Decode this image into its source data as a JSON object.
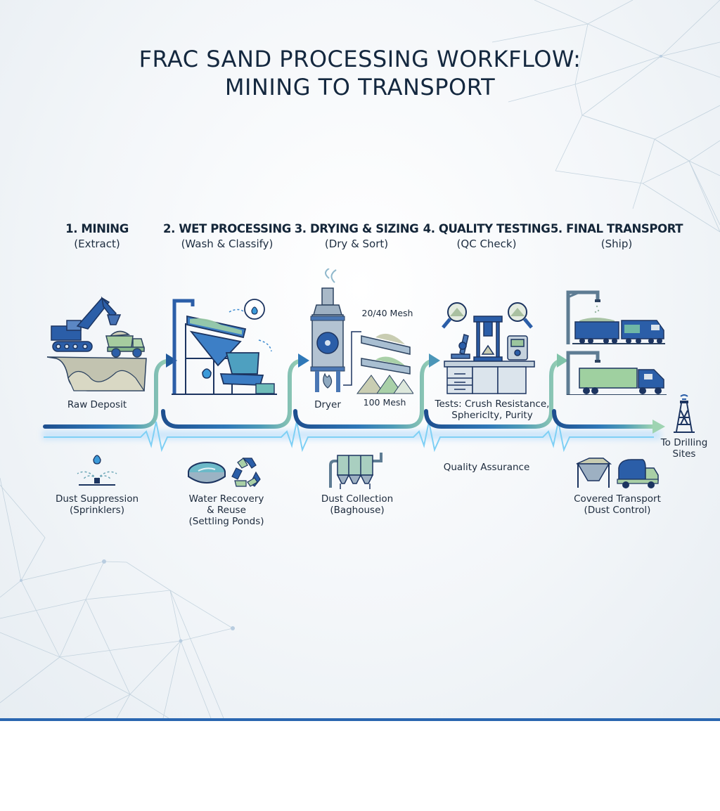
{
  "title": {
    "line1": "FRAC SAND PROCESSING WORKFLOW:",
    "line2": "MINING TO TRANSPORT"
  },
  "steps": [
    {
      "heading": "1. MINING",
      "subtitle": "(Extract)",
      "caption": "Raw Deposit",
      "icons": [
        "excavator-icon",
        "dump-truck-icon",
        "sand-pit-icon"
      ]
    },
    {
      "heading": "2. WET PROCESSING",
      "subtitle": "(Wash & Classify)",
      "caption": "",
      "icons": [
        "wash-plant-icon",
        "water-drop-icon"
      ]
    },
    {
      "heading": "3. DRYING & SIZING",
      "subtitle": "(Dry & Sort)",
      "captions": [
        "Dryer",
        "20/40 Mesh",
        "100 Mesh"
      ],
      "icons": [
        "dryer-tower-icon",
        "flame-icon",
        "screen-sorter-icon"
      ]
    },
    {
      "heading": "4. QUALITY TESTING",
      "subtitle": "(QC Check)",
      "caption_line1": "Tests: Crush Resistance,",
      "caption_line2": "Sphericlty, Purity",
      "icons": [
        "magnifier-icon",
        "press-icon",
        "microscope-icon",
        "meter-icon",
        "lab-bench-icon"
      ]
    },
    {
      "heading": "5. FINAL TRANSPORT",
      "subtitle": "(Ship)",
      "caption": "",
      "icons": [
        "rail-loadout-icon",
        "truck-loadout-icon"
      ]
    }
  ],
  "destination": {
    "line1": "To Drilling",
    "line2": "Sites",
    "icon": "oil-derrick-icon"
  },
  "environmental": [
    {
      "line1": "Dust Suppression",
      "line2": "(Sprinklers)",
      "line3": "",
      "icon": "sprinkler-icon"
    },
    {
      "line1": "Water Recovery",
      "line2": "& Reuse",
      "line3": "(Settling Ponds)",
      "icon": "settling-pond-recycle-icon"
    },
    {
      "line1": "Dust Collection",
      "line2": "(Baghouse)",
      "line3": "",
      "icon": "baghouse-icon"
    },
    {
      "line1": "Quality Assurance",
      "line2": "",
      "line3": "",
      "icon": ""
    },
    {
      "line1": "Covered Transport",
      "line2": "(Dust Control)",
      "line3": "",
      "icon": "covered-truck-icon"
    }
  ],
  "colors": {
    "title": "#14283f",
    "flow_start": "#1e4f8f",
    "flow_mid": "#2f78b8",
    "flow_end": "#8fcaa8",
    "pulse": "#7fd0f5",
    "rule": "#2a66b0",
    "icon_dark": "#2a5a9c",
    "icon_green": "#a9cfa6",
    "icon_sand": "#c9c6ac"
  }
}
